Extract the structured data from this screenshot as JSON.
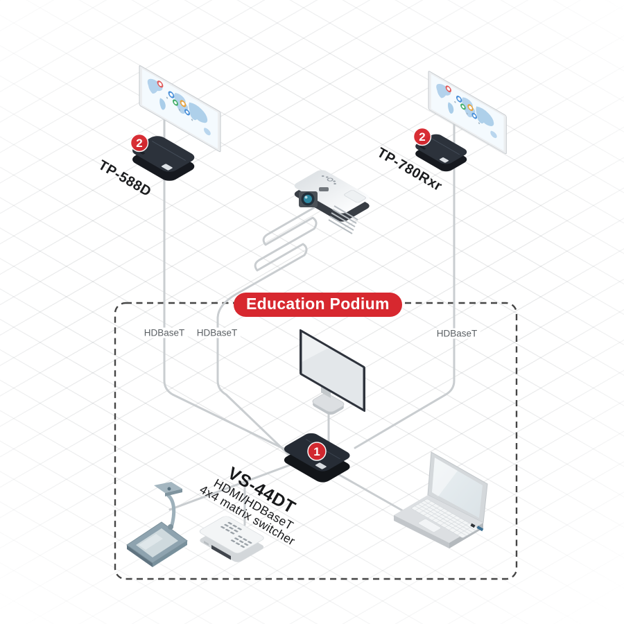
{
  "diagram": {
    "zone_label": "Education Podium",
    "devices": {
      "receiver_left": {
        "label": "TP-588D",
        "badge": "2"
      },
      "receiver_right": {
        "label": "TP-780Rxr",
        "badge": "2"
      },
      "switcher": {
        "model": "VS-44DT",
        "desc_line1": "HDMI/HDBaseT",
        "desc_line2": "4x4 matrix switcher",
        "badge": "1"
      }
    },
    "connections": {
      "left": "HDBaseT",
      "middle": "HDBaseT",
      "right": "HDBaseT"
    },
    "colors": {
      "accent_red": "#d7282f",
      "cable": "#c9cdd0",
      "dark_device": "#262c35",
      "border_dash": "#454545"
    }
  }
}
